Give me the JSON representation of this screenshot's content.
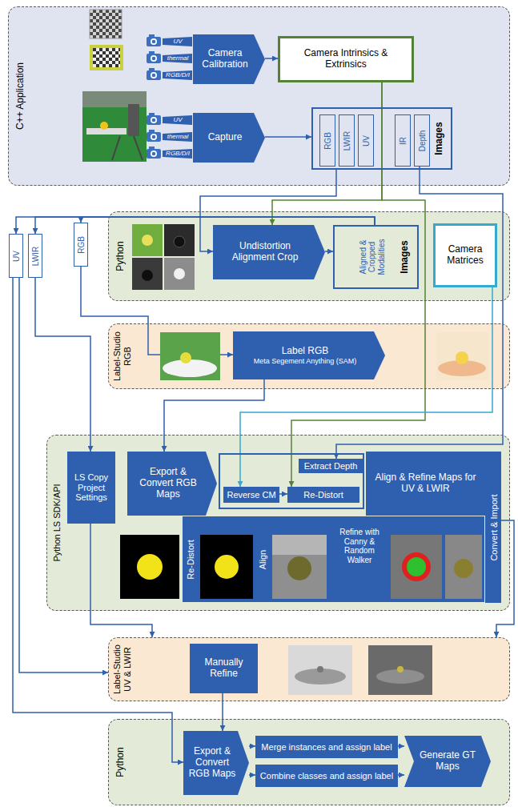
{
  "diagram": {
    "nodes": [
      {
        "text": [
          "C++ Application"
        ]
      },
      {
        "text": [
          "Camera Calibration"
        ],
        "in": 0
      },
      {
        "text": [
          "Camera Intrinsics & Extrinsics"
        ],
        "in": 0
      },
      {
        "text": [
          "Capture"
        ],
        "in": 0
      },
      {
        "text": [
          "Images"
        ],
        "in": 0
      },
      {
        "text": [
          "RGB"
        ],
        "in": 4
      },
      {
        "text": [
          "LWIR"
        ],
        "in": 4
      },
      {
        "text": [
          "UV"
        ],
        "in": 4
      },
      {
        "text": [
          "IR"
        ],
        "in": 4
      },
      {
        "text": [
          "Depth"
        ],
        "in": 4
      },
      {
        "text": [
          "Python"
        ]
      },
      {
        "text": [
          "Undistortion Alignment Crop"
        ],
        "in": 10
      },
      {
        "text": [
          "Aligned & Cropped Modalities",
          "Images"
        ],
        "in": 10
      },
      {
        "text": [
          "Camera Matrices"
        ],
        "in": 10
      },
      {
        "text": [
          "UV"
        ]
      },
      {
        "text": [
          "LWIR"
        ]
      },
      {
        "text": [
          "RGB"
        ]
      },
      {
        "text": [
          "Label-Studio RGB"
        ]
      },
      {
        "text": [
          "Label RGB",
          "Meta Segement Anything (SAM)"
        ],
        "in": 17
      },
      {
        "text": [
          "Python LS SDK/API"
        ]
      },
      {
        "text": [
          "LS Copy Project Settings"
        ],
        "in": 19
      },
      {
        "text": [
          "Export & Convert RGB Maps"
        ],
        "in": 19
      },
      {
        "text": [
          "Extract Depth"
        ],
        "in": 19
      },
      {
        "text": [
          "Reverse CM"
        ],
        "in": 19
      },
      {
        "text": [
          "Re-Distort"
        ],
        "in": 19
      },
      {
        "text": [
          "Align & Refine Maps for UV & LWIR"
        ],
        "in": 19
      },
      {
        "text": [
          "Convert & Import"
        ],
        "in": 19
      },
      {
        "text": [
          "Re-Distort"
        ],
        "in": 19
      },
      {
        "text": [
          "Align"
        ],
        "in": 19
      },
      {
        "text": [
          "Refine with Canny & Random Walker"
        ],
        "in": 19
      },
      {
        "text": [
          "Label-Studio UV & LWIR"
        ]
      },
      {
        "text": [
          "Manually Refine"
        ],
        "in": 30
      },
      {
        "text": [
          "Python"
        ]
      },
      {
        "text": [
          "Export & Convert RGB Maps"
        ],
        "in": 32
      },
      {
        "text": [
          "Merge instances and assign label"
        ],
        "in": 32
      },
      {
        "text": [
          "Combine classes and assign label"
        ],
        "in": 32
      },
      {
        "text": [
          "Generate GT Maps"
        ],
        "in": 32
      }
    ],
    "edges": [
      {
        "from": 1,
        "to": 2,
        "arrow": "to"
      },
      {
        "from": 3,
        "to": 4,
        "arrow": "to"
      },
      {
        "from": 2,
        "to": 11,
        "arrow": "to"
      },
      {
        "from": 2,
        "to": 24,
        "arrow": "to"
      },
      {
        "from": 4,
        "to": 11,
        "arrow": "to"
      },
      {
        "from": 11,
        "to": 12,
        "arrow": "to"
      },
      {
        "from": 9,
        "to": 22,
        "arrow": "to"
      },
      {
        "from": 13,
        "to": 23,
        "arrow": "to"
      },
      {
        "from": 12,
        "to": 14,
        "arrow": "to"
      },
      {
        "from": 12,
        "to": 15,
        "arrow": "to"
      },
      {
        "from": 12,
        "to": 16,
        "arrow": "to"
      },
      {
        "from": 16,
        "to": 18,
        "arrow": "to"
      },
      {
        "from": 18,
        "to": 21,
        "arrow": "to"
      },
      {
        "from": 15,
        "to": 20,
        "arrow": "to"
      },
      {
        "from": 23,
        "to": 24,
        "arrow": "to"
      },
      {
        "from": 26,
        "to": 30,
        "arrow": "to"
      },
      {
        "from": 20,
        "to": 30,
        "arrow": "to"
      },
      {
        "from": 14,
        "to": 30,
        "arrow": "to"
      },
      {
        "from": 14,
        "to": 33,
        "arrow": "to"
      },
      {
        "from": 31,
        "to": 33,
        "arrow": "to"
      },
      {
        "from": 33,
        "to": 34,
        "arrow": "to"
      },
      {
        "from": 33,
        "to": 35,
        "arrow": "to"
      },
      {
        "from": 34,
        "to": 36,
        "arrow": "to"
      },
      {
        "from": 35,
        "to": 36,
        "arrow": "to"
      }
    ],
    "labels": [
      "UV",
      "thermal",
      "RGB/D/I",
      "UV",
      "thermal",
      "RGB/D/I"
    ]
  }
}
